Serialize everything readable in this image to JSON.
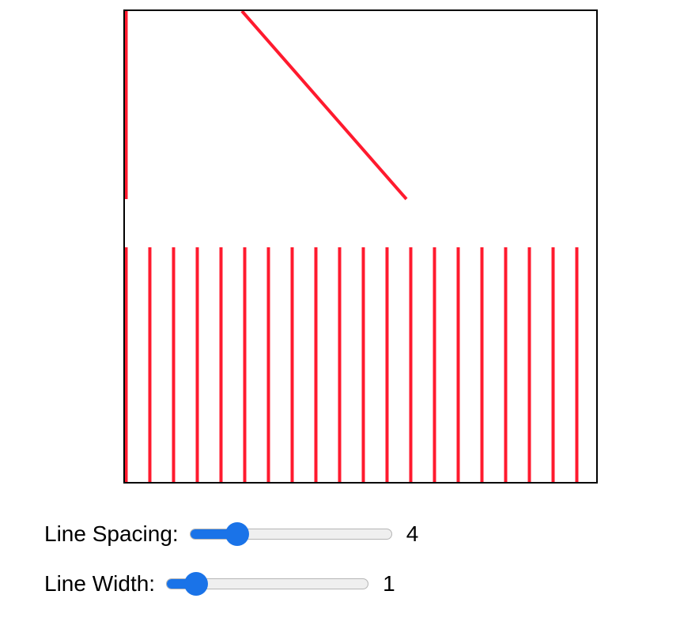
{
  "colors": {
    "line": "#ff1a2e",
    "slider_accent": "#1a73e8",
    "border": "#000000"
  },
  "controls": {
    "spacing": {
      "label": "Line Spacing:",
      "value": "4",
      "level": 0.2
    },
    "width": {
      "label": "Line Width:",
      "value": "1",
      "level": 0.1
    }
  }
}
